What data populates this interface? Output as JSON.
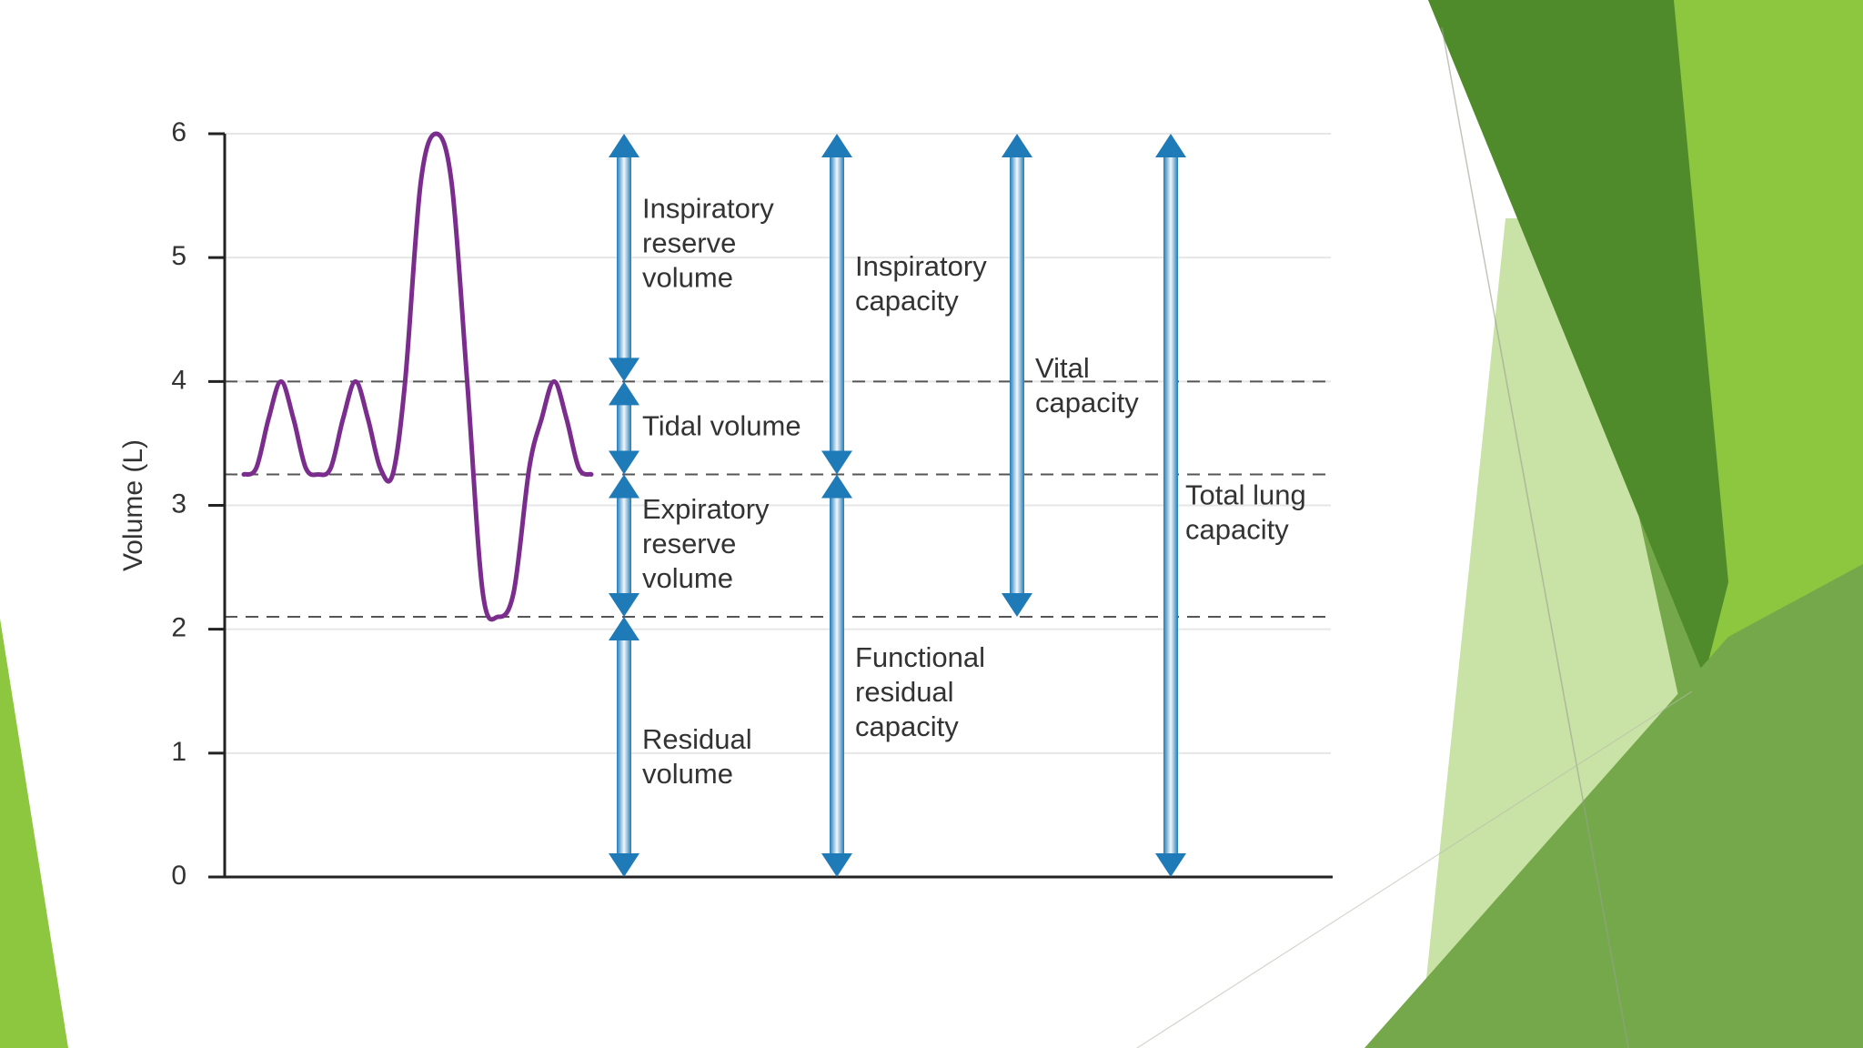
{
  "slide": {
    "accent_dark": "#4f8a2b",
    "accent_mid": "#74a84a",
    "accent_light": "#8dc63f",
    "accent_pale": "#c9e2a6"
  },
  "chart_data": {
    "type": "line",
    "title": "",
    "xlabel": "",
    "ylabel": "Volume (L)",
    "ylim": [
      0,
      6
    ],
    "yticks": [
      0,
      1,
      2,
      3,
      4,
      5,
      6
    ],
    "grid": true,
    "colors": {
      "trace": "#7b2d8e",
      "arrow": "#1f7ab8",
      "axis": "#222222",
      "grid": "#e6e6e6",
      "dash": "#555555"
    },
    "levels": [
      {
        "name": "end-inspiratory tidal",
        "value": 4.0
      },
      {
        "name": "end-expiratory tidal",
        "value": 3.25
      },
      {
        "name": "max expiration",
        "value": 2.1
      }
    ],
    "series": [
      {
        "values": [
          [
            0.0,
            3.25
          ],
          [
            0.2,
            3.3
          ],
          [
            0.4,
            3.7
          ],
          [
            0.6,
            4.0
          ],
          [
            0.8,
            3.7
          ],
          [
            1.0,
            3.3
          ],
          [
            1.2,
            3.25
          ],
          [
            1.4,
            3.3
          ],
          [
            1.6,
            3.7
          ],
          [
            1.8,
            4.0
          ],
          [
            2.0,
            3.7
          ],
          [
            2.2,
            3.3
          ],
          [
            2.4,
            3.25
          ],
          [
            2.6,
            4.0
          ],
          [
            2.85,
            5.6
          ],
          [
            3.1,
            6.0
          ],
          [
            3.35,
            5.6
          ],
          [
            3.6,
            4.0
          ],
          [
            3.85,
            2.3
          ],
          [
            4.1,
            2.1
          ],
          [
            4.35,
            2.3
          ],
          [
            4.6,
            3.3
          ],
          [
            4.8,
            3.7
          ],
          [
            5.0,
            4.0
          ],
          [
            5.2,
            3.7
          ],
          [
            5.4,
            3.3
          ],
          [
            5.6,
            3.25
          ]
        ]
      }
    ],
    "arrows": [
      {
        "column": 1,
        "from": 4.0,
        "to": 6.0,
        "label": [
          "Inspiratory",
          "reserve",
          "volume"
        ]
      },
      {
        "column": 1,
        "from": 3.25,
        "to": 4.0,
        "label": [
          "Tidal volume"
        ]
      },
      {
        "column": 1,
        "from": 2.1,
        "to": 3.25,
        "label": [
          "Expiratory",
          "reserve",
          "volume"
        ]
      },
      {
        "column": 1,
        "from": 0.0,
        "to": 2.1,
        "label": [
          "Residual",
          "volume"
        ]
      },
      {
        "column": 2,
        "from": 3.25,
        "to": 6.0,
        "label": [
          "Inspiratory",
          "capacity"
        ]
      },
      {
        "column": 2,
        "from": 0.0,
        "to": 3.25,
        "label": [
          "Functional",
          "residual",
          "capacity"
        ]
      },
      {
        "column": 3,
        "from": 2.1,
        "to": 6.0,
        "label": [
          "Vital",
          "capacity"
        ]
      },
      {
        "column": 4,
        "from": 0.0,
        "to": 6.0,
        "label": [
          "Total lung",
          "capacity"
        ]
      }
    ]
  }
}
